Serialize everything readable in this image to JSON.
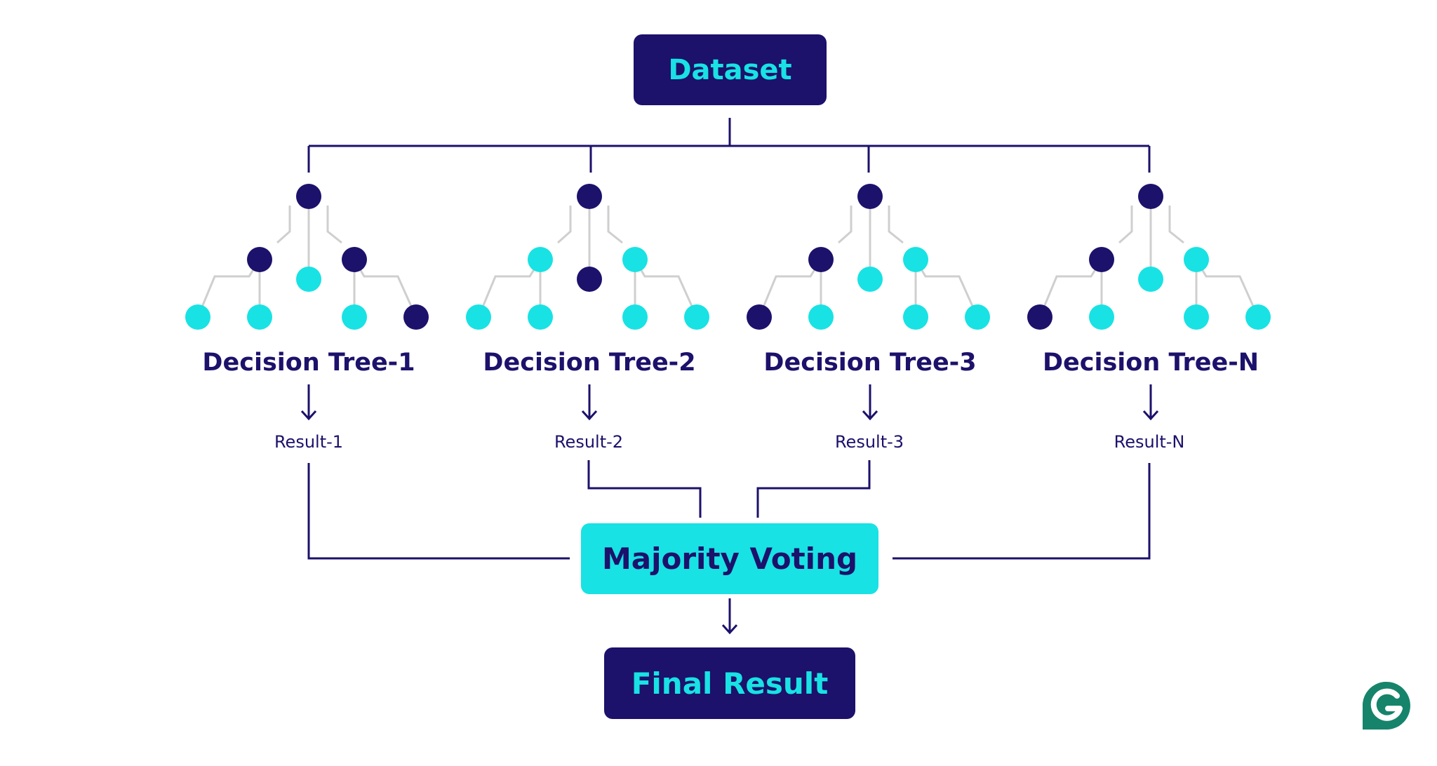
{
  "colors": {
    "navy": "#1c116b",
    "cyan": "#18e2e4",
    "branch_gray": "#cfcfcf",
    "logo_green": "#15846b"
  },
  "dataset": {
    "label": "Dataset"
  },
  "trees": [
    {
      "label": "Decision Tree-1",
      "result": "Result-1",
      "node_colors": [
        "navy",
        "navy",
        "cyan",
        "navy",
        "cyan",
        "cyan",
        "cyan",
        "navy"
      ]
    },
    {
      "label": "Decision Tree-2",
      "result": "Result-2",
      "node_colors": [
        "navy",
        "cyan",
        "navy",
        "cyan",
        "cyan",
        "cyan",
        "cyan",
        "cyan"
      ]
    },
    {
      "label": "Decision Tree-3",
      "result": "Result-3",
      "node_colors": [
        "navy",
        "navy",
        "cyan",
        "cyan",
        "navy",
        "cyan",
        "cyan",
        "cyan"
      ]
    },
    {
      "label": "Decision Tree-N",
      "result": "Result-N",
      "node_colors": [
        "navy",
        "navy",
        "cyan",
        "cyan",
        "navy",
        "cyan",
        "cyan",
        "cyan"
      ]
    }
  ],
  "voting": {
    "label": "Majority Voting"
  },
  "final": {
    "label": "Final Result"
  },
  "logo": {
    "icon": "grammarly-g-icon"
  }
}
